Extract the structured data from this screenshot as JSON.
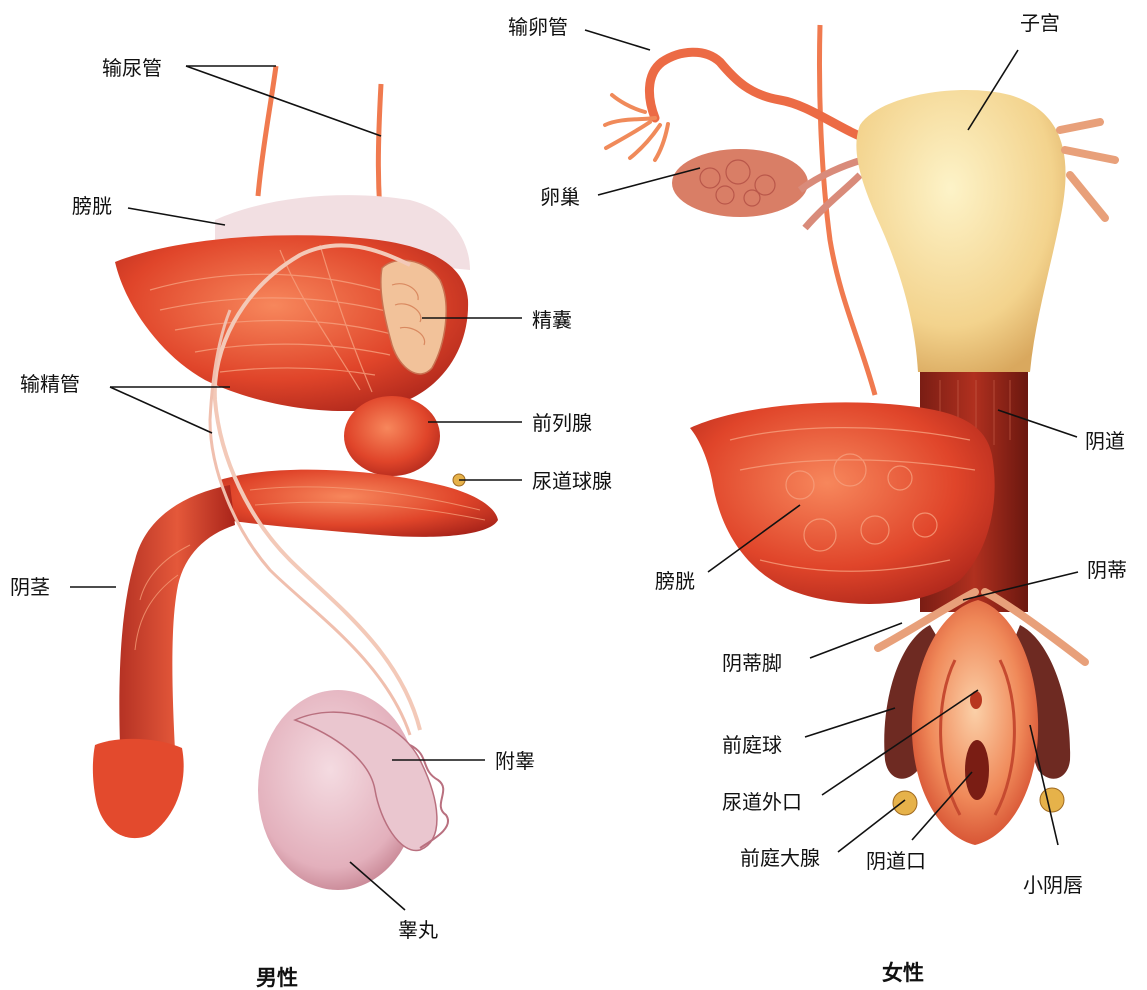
{
  "colors": {
    "muscle": "#e0452a",
    "muscle_dark": "#a9241a",
    "muscle_light": "#f47a52",
    "skin_pink": "#e8b9c4",
    "pink_dark": "#b9707f",
    "uterus": "#f3d38d",
    "uterus_light": "#fbeeb6",
    "duct": "#f0a07a",
    "bulb_dark": "#6e2a22",
    "gland_yellow": "#e6b24a",
    "line": "#111111"
  },
  "male": {
    "title": "男性",
    "labels": {
      "ureter": "输尿管",
      "bladder": "膀胱",
      "vas_deferens": "输精管",
      "seminal_vesicle": "精囊",
      "prostate": "前列腺",
      "bulbourethral_gland": "尿道球腺",
      "penis": "阴茎",
      "epididymis": "附睾",
      "testis": "睾丸"
    }
  },
  "female": {
    "title": "女性",
    "labels": {
      "oviduct": "输卵管",
      "uterus": "子宫",
      "ovary": "卵巢",
      "vagina": "阴道",
      "bladder": "膀胱",
      "clitoris": "阴蒂",
      "clitoral_crus": "阴蒂脚",
      "vestibular_bulb": "前庭球",
      "urethral_orifice": "尿道外口",
      "greater_vestibular_gland": "前庭大腺",
      "vaginal_orifice": "阴道口",
      "labia_minora": "小阴唇"
    }
  }
}
